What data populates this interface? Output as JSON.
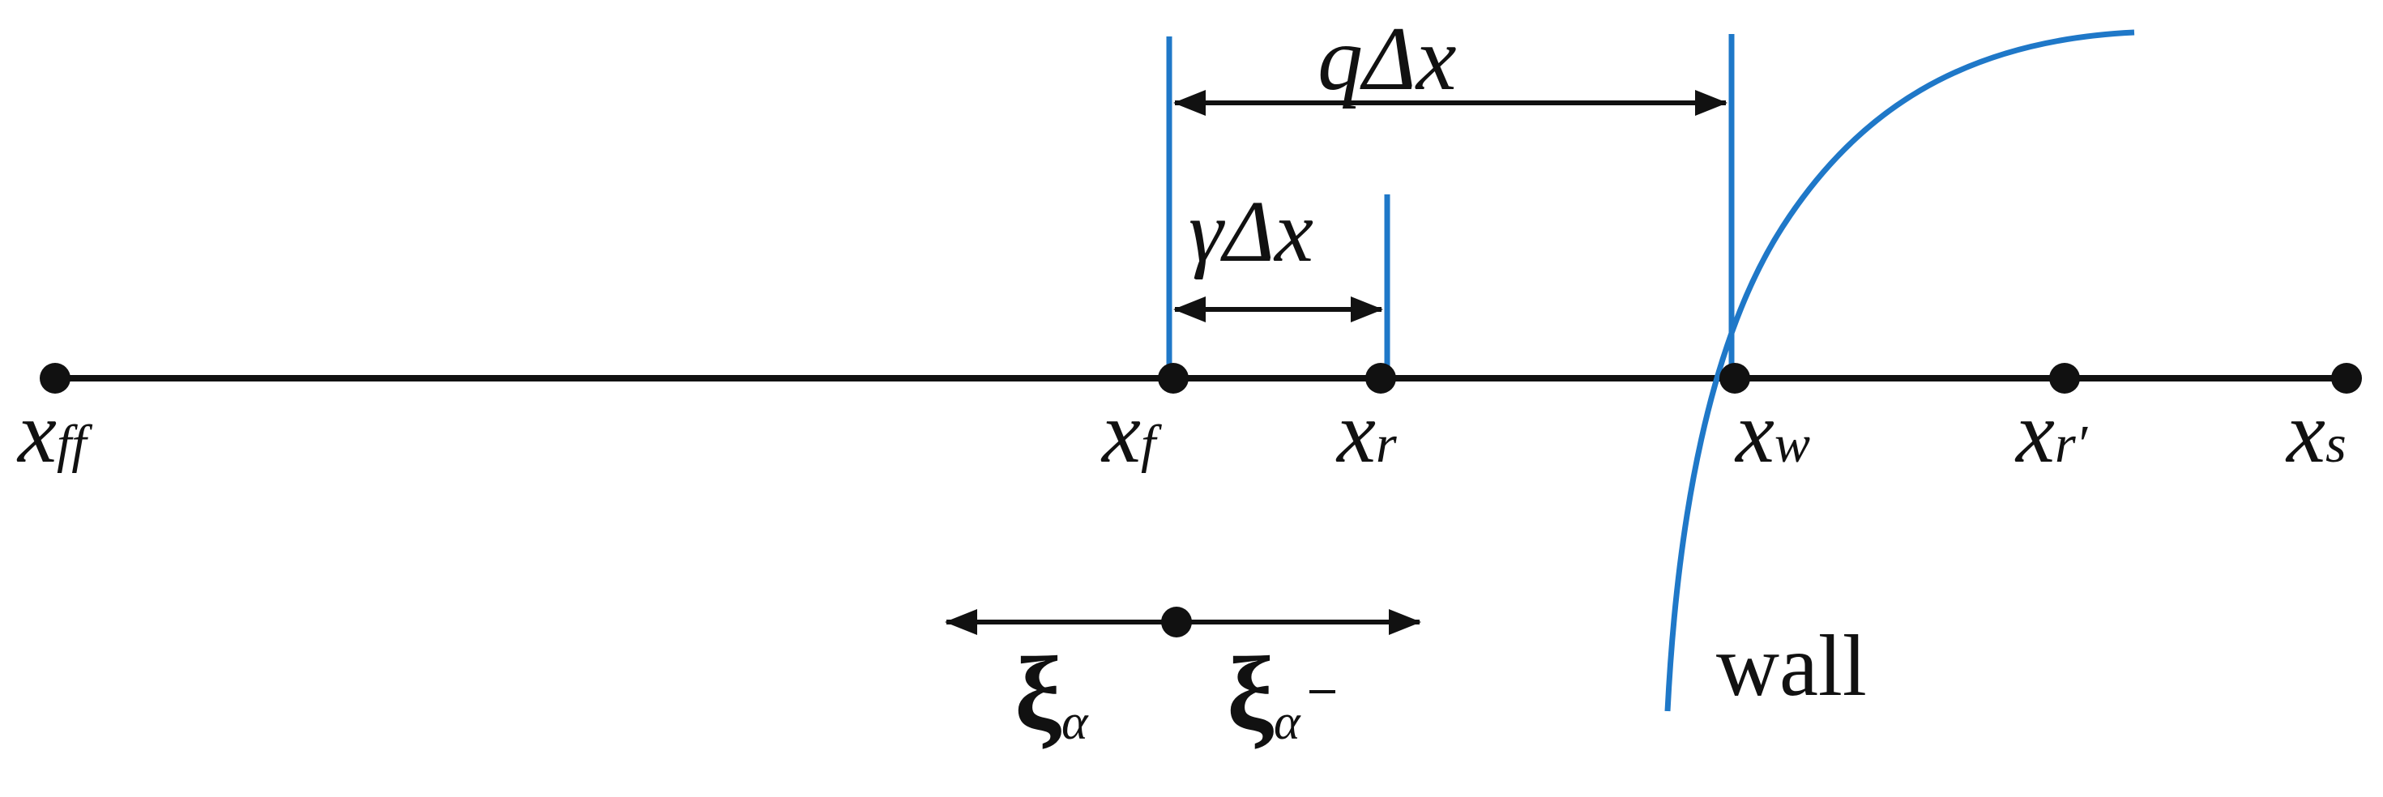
{
  "colors": {
    "axis": "#111111",
    "accent": "#1f78c8"
  },
  "points": {
    "xff": {
      "base": "x",
      "sub": "ff"
    },
    "xf": {
      "base": "x",
      "sub": "f"
    },
    "xr": {
      "base": "x",
      "sub": "r"
    },
    "xw": {
      "base": "x",
      "sub": "w"
    },
    "xrp": {
      "base": "x",
      "sub": "r′"
    },
    "xs": {
      "base": "x",
      "sub": "s"
    }
  },
  "dimensions": {
    "q": {
      "coef": "q",
      "delta": "Δx"
    },
    "gamma": {
      "coef": "γ",
      "delta": "Δx"
    }
  },
  "xi": {
    "left": {
      "base": "ξ",
      "sub": "α"
    },
    "right": {
      "base": "ξ",
      "sub": "α",
      "overbar": true
    }
  },
  "wall_label": "wall"
}
